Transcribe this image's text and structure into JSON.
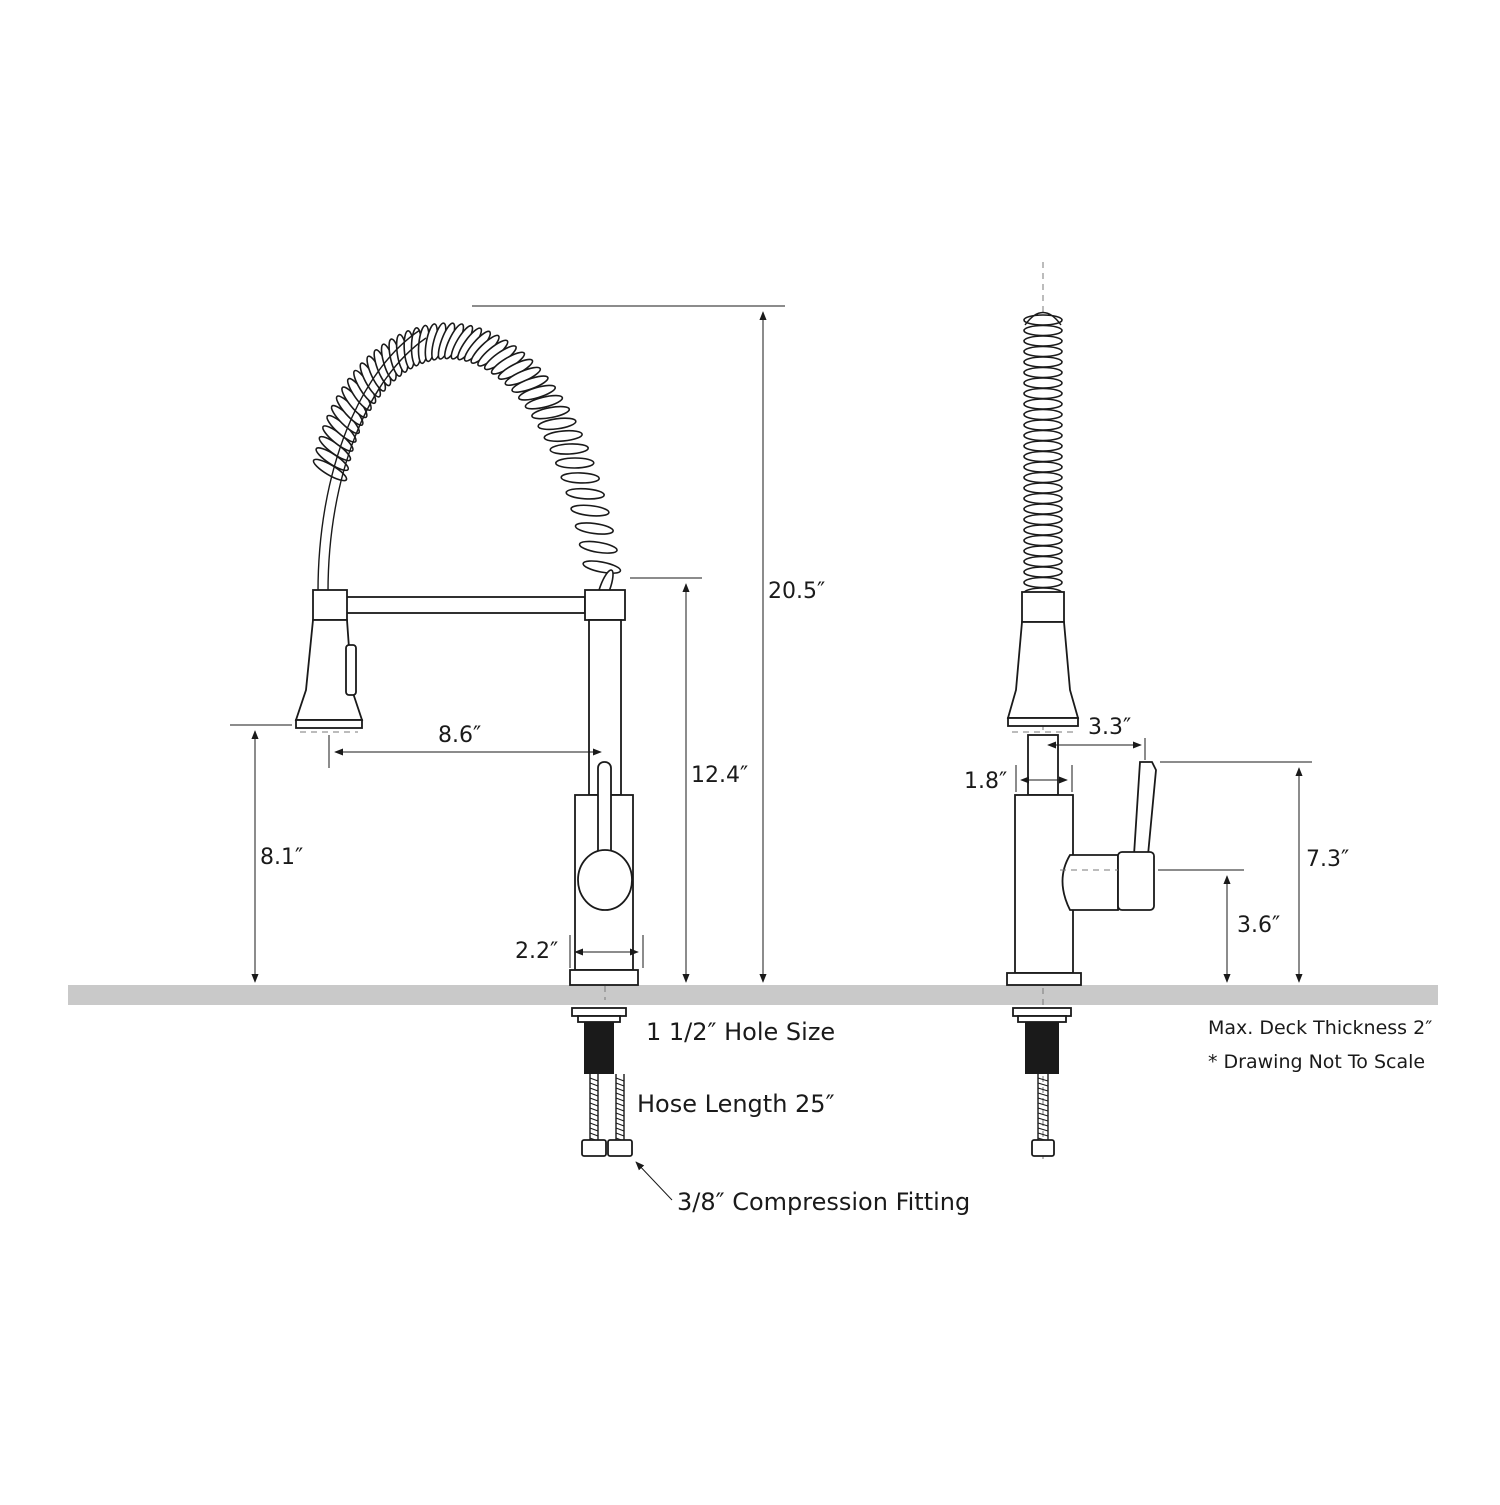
{
  "dimensions": {
    "total_height": "20.5″",
    "spout_reach": "8.6″",
    "spout_height": "12.4″",
    "sprayer_height": "8.1″",
    "base_diameter": "2.2″",
    "side_reach": "3.3″",
    "side_neck": "1.8″",
    "handle_top_height": "7.3″",
    "handle_hub_height": "3.6″"
  },
  "labels": {
    "hole_size": "1 1/2″ Hole Size",
    "hose_length": "Hose Length 25″",
    "compression_fitting": "3/8″ Compression Fitting"
  },
  "notes": {
    "deck_thickness": "Max. Deck Thickness 2″",
    "not_to_scale": "* Drawing Not To Scale"
  },
  "colors": {
    "line": "#1a1a1a",
    "deck": "#c9c9c9",
    "centerline": "#7a7a7a"
  }
}
